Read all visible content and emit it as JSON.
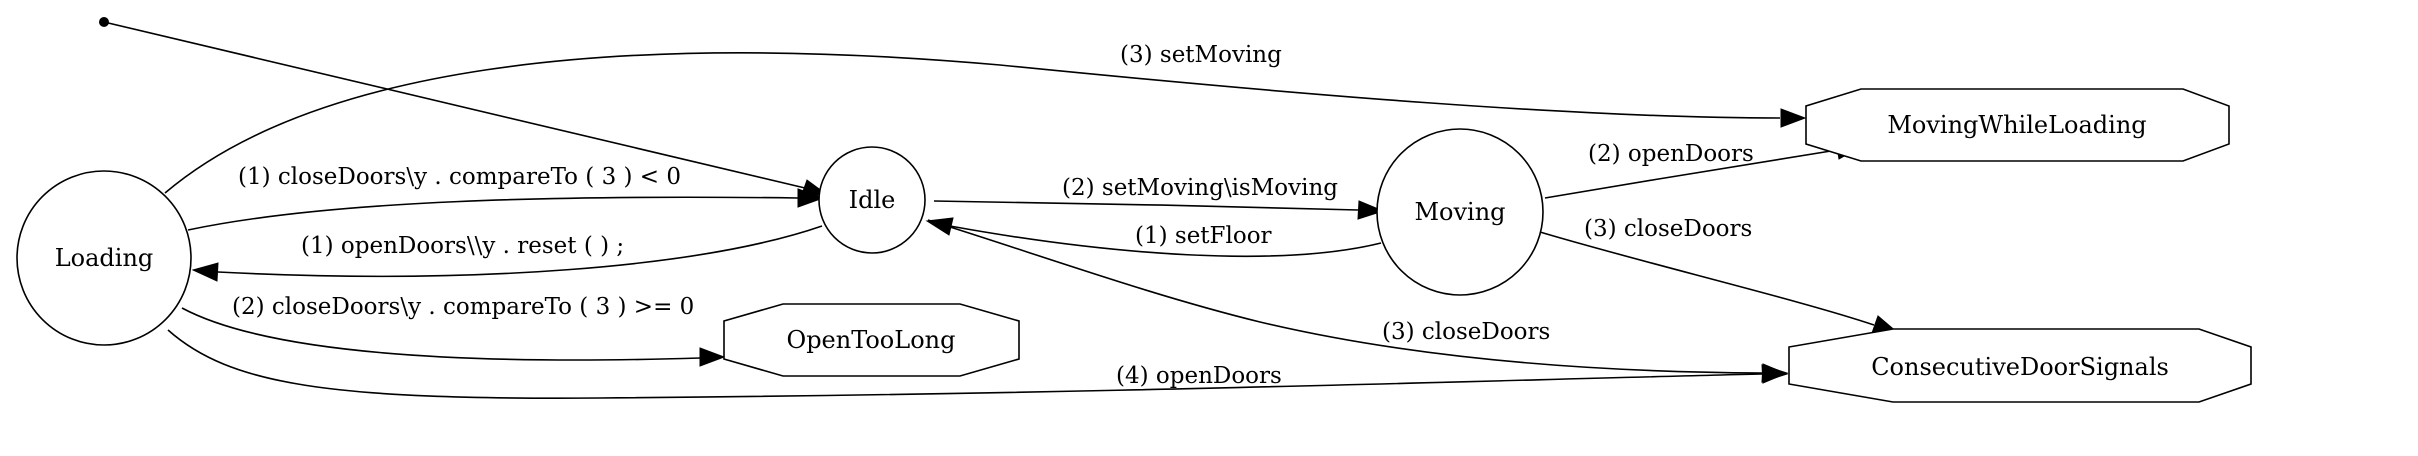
{
  "diagram": {
    "nodes": {
      "loading": "Loading",
      "idle": "Idle",
      "moving": "Moving",
      "moving_while_loading": "MovingWhileLoading",
      "open_too_long": "OpenTooLong",
      "consecutive_door_signals": "ConsecutiveDoorSignals"
    },
    "edges": {
      "loading_to_moving_while_loading": "(3) setMoving",
      "loading_to_idle": "(1) closeDoors\\y . compareTo ( 3 ) < 0",
      "idle_to_loading": "(1) openDoors\\\\y . reset ( ) ;",
      "loading_to_open_too_long": "(2) closeDoors\\y . compareTo ( 3 ) >= 0",
      "loading_to_consecutive": "(4) openDoors",
      "idle_to_moving": "(2) setMoving\\isMoving",
      "moving_to_idle": "(1) setFloor",
      "idle_to_consecutive": "(3) closeDoors",
      "moving_to_moving_while_loading": "(2) openDoors",
      "moving_to_consecutive": "(3) closeDoors"
    }
  }
}
